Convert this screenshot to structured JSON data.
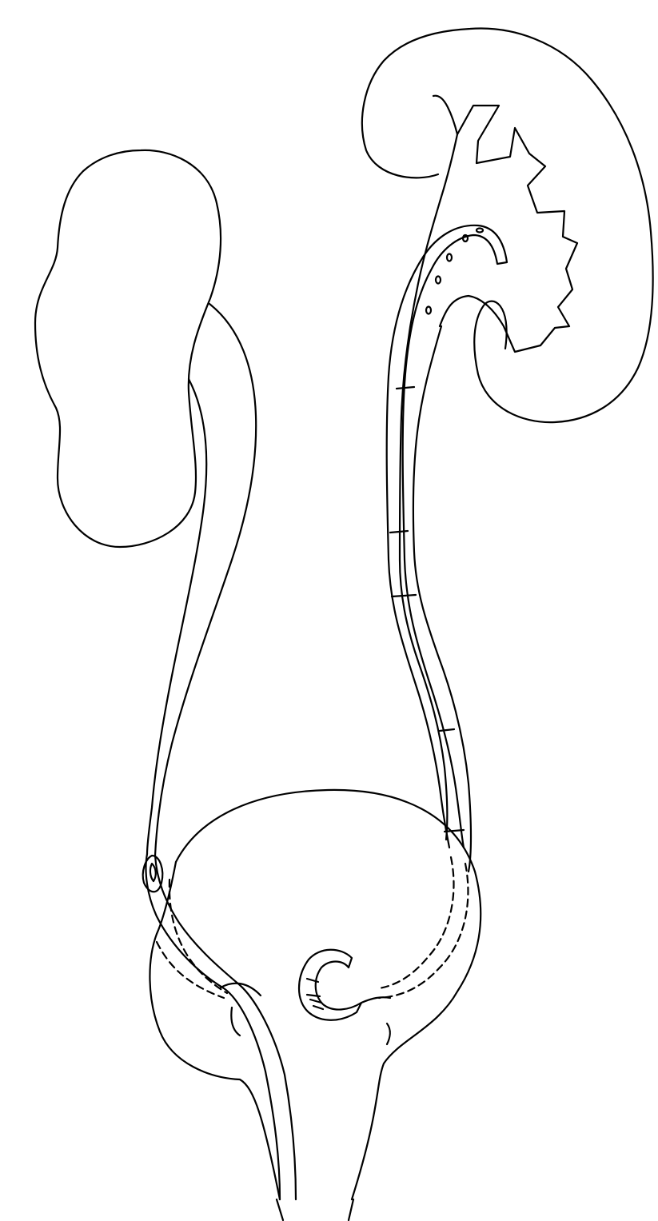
{
  "figure": {
    "style": "line-art",
    "stroke_color": "#000000",
    "background_color": "#ffffff",
    "has_text": false
  },
  "structures": [
    {
      "name": "left-kidney",
      "icon": "kidney-outline"
    },
    {
      "name": "left-ureter",
      "icon": "tube-outline"
    },
    {
      "name": "right-kidney",
      "icon": "kidney-with-pelvis"
    },
    {
      "name": "renal-pelvis-and-calyces",
      "icon": "pelvicalyceal-system"
    },
    {
      "name": "ureteral-stent",
      "icon": "double-j-stent"
    },
    {
      "name": "right-ureter",
      "icon": "tube-outline"
    },
    {
      "name": "bladder",
      "icon": "sphere-outline"
    },
    {
      "name": "stent-bladder-curl",
      "icon": "pigtail-curl"
    },
    {
      "name": "catheter",
      "icon": "tube-outline"
    },
    {
      "name": "urethra",
      "icon": "funnel-outline"
    }
  ]
}
